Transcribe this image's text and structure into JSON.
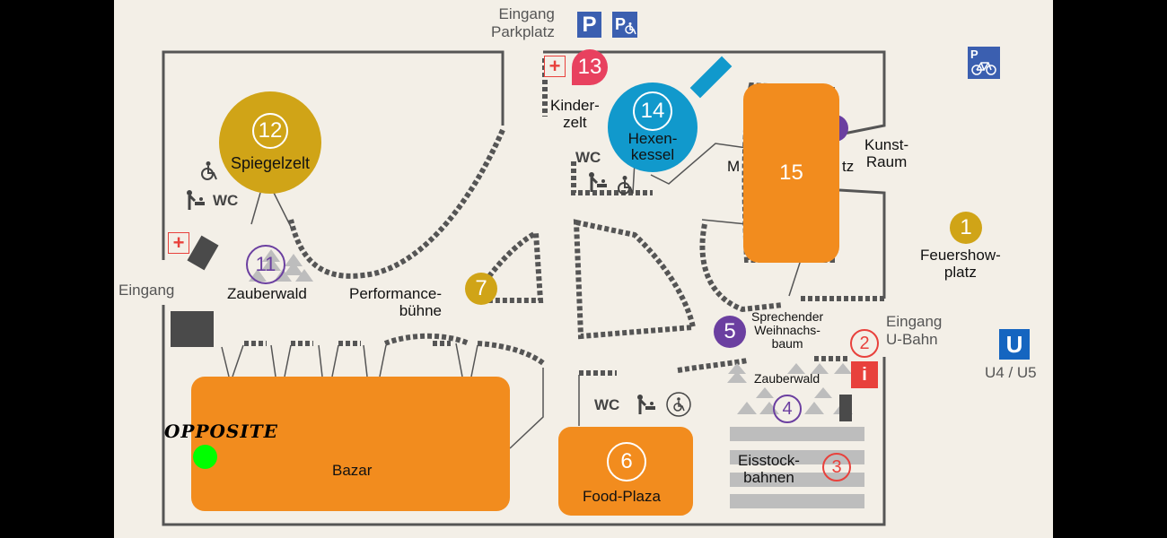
{
  "colors": {
    "background": "#f3efe7",
    "orange": "#f28c1e",
    "gold": "#d0a417",
    "blue": "#1199cc",
    "pink": "#e8415f",
    "purple": "#6b3fa0",
    "red": "#e8413c",
    "transit_blue": "#1565c0",
    "parking_blue": "#3b5fb0",
    "marker_green": "#00ff00"
  },
  "entrances": {
    "parking": "Eingang\nParkplatz",
    "left": "Eingang",
    "ubahn": "Eingang\nU-Bahn"
  },
  "icons": {
    "parking": "P",
    "parking_disabled": "P",
    "parking_bike": "P",
    "ubahn": "U",
    "info": "i",
    "first_aid": "+",
    "wc": "WC"
  },
  "transit": {
    "lines": "U4 / U5"
  },
  "locations": [
    {
      "num": "1",
      "name": "Feuershow-\nplatz"
    },
    {
      "num": "2",
      "name": ""
    },
    {
      "num": "3",
      "name": "Eisstock-\nbahnen"
    },
    {
      "num": "4",
      "name": "Zauberwald"
    },
    {
      "num": "5",
      "name": "Sprechender\nWeihnachs-\nbaum"
    },
    {
      "num": "6",
      "name": "Food-Plaza"
    },
    {
      "num": "7",
      "name": "Performance-\nbühne"
    },
    {
      "num": "11",
      "name": "Zauberwald"
    },
    {
      "num": "12",
      "name": "Spiegelzelt"
    },
    {
      "num": "13",
      "name": "Kinder-\nzelt"
    },
    {
      "num": "14",
      "name": "Hexen-\nkessel"
    },
    {
      "num": "15",
      "name": ""
    }
  ],
  "partial_labels": {
    "hidden_place_left": "M",
    "hidden_place_right": "tz",
    "kunstraum": "Kunst-\nRaum"
  },
  "bazar": "Bazar",
  "annotation": "OPPOSITE"
}
